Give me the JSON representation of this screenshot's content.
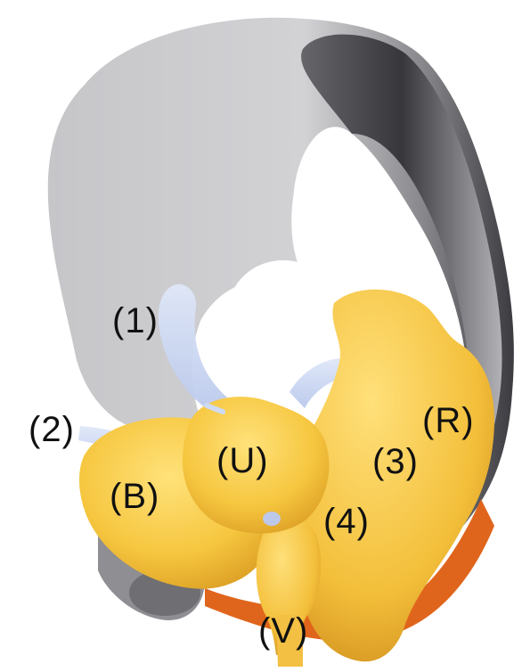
{
  "labels": {
    "l1": "(1)",
    "l2": "(2)",
    "l3": "(3)",
    "l4": "(4)",
    "u": "(U)",
    "b": "(B)",
    "r": "(R)",
    "v": "(V)"
  },
  "colors": {
    "bone_light": "#c9c9cc",
    "bone_dark": "#3a3a3e",
    "organ_yellow": "#f6c94a",
    "organ_shadow": "#d89a22",
    "organ_orange": "#e26a1f",
    "ligament_blue": "#cdd9f2"
  }
}
